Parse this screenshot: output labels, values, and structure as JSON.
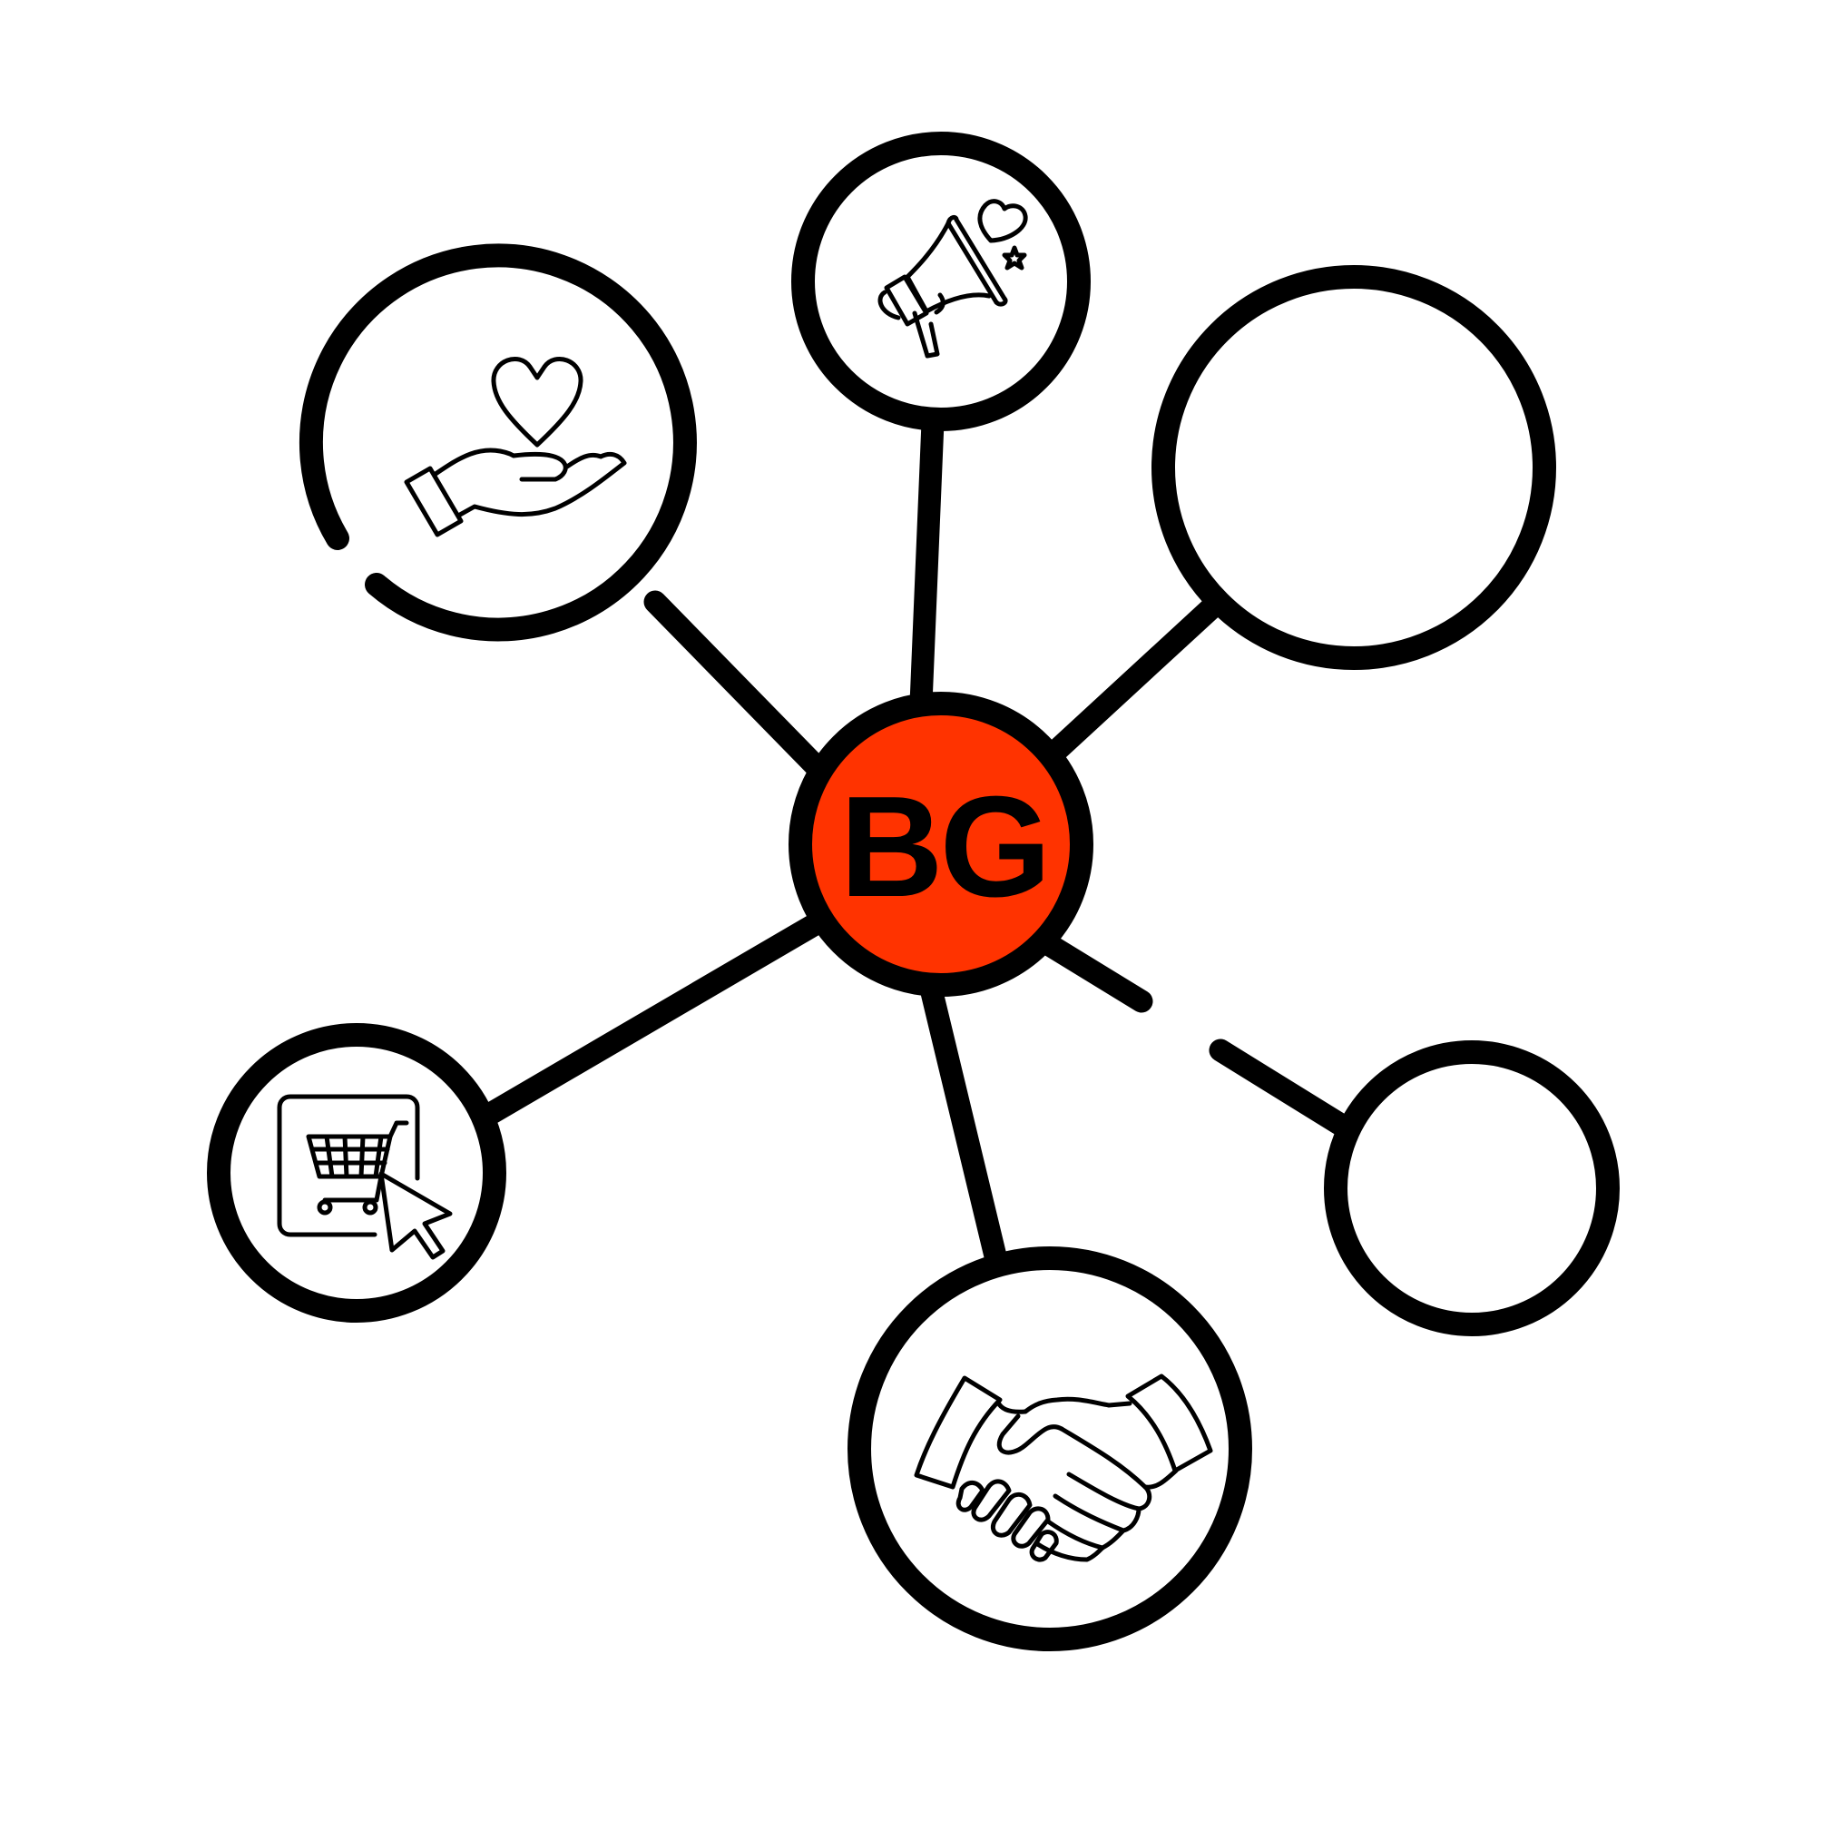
{
  "hub": {
    "label": "BG",
    "fill_color": "#FF3300"
  },
  "stroke_color": "#000000",
  "background_color": "#FFFFFF",
  "nodes": [
    {
      "id": "care",
      "icon": "hand-heart-icon"
    },
    {
      "id": "marketing",
      "icon": "megaphone-heart-icon"
    },
    {
      "id": "empty-top-right",
      "icon": ""
    },
    {
      "id": "ecommerce",
      "icon": "shopping-cart-cursor-icon"
    },
    {
      "id": "partnership",
      "icon": "handshake-icon"
    },
    {
      "id": "empty-right",
      "icon": ""
    }
  ]
}
